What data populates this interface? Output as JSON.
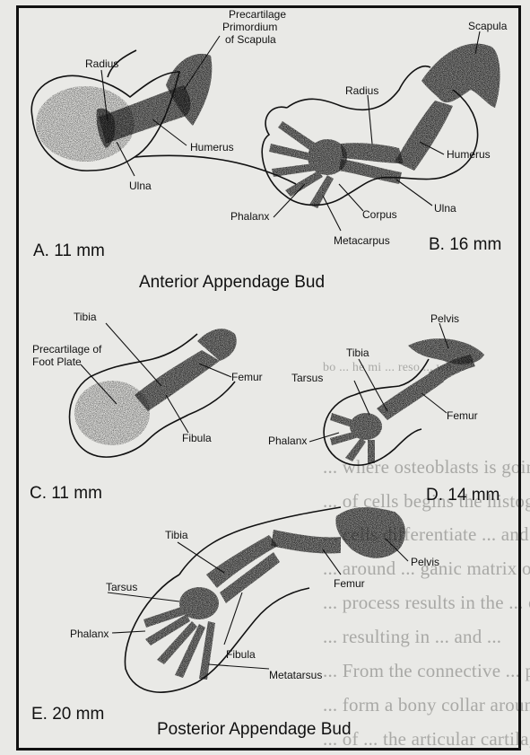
{
  "panels": {
    "a": {
      "caption": "A. 11 mm",
      "labels": {
        "precartilage_scapula": [
          "Precartilage",
          "Primordium",
          "of Scapula"
        ],
        "radius": "Radius",
        "humerus": "Humerus",
        "ulna": "Ulna"
      }
    },
    "b": {
      "caption": "B. 16 mm",
      "labels": {
        "scapula": "Scapula",
        "radius": "Radius",
        "humerus": "Humerus",
        "phalanx": "Phalanx",
        "corpus": "Corpus",
        "ulna": "Ulna",
        "metacarpus": "Metacarpus"
      }
    },
    "c": {
      "caption": "C. 11 mm",
      "labels": {
        "tibia": "Tibia",
        "precartilage_foot_plate": [
          "Precartilage of",
          "Foot Plate"
        ],
        "femur": "Femur",
        "fibula": "Fibula"
      }
    },
    "d": {
      "caption": "D. 14 mm",
      "labels": {
        "pelvis": "Pelvis",
        "tibia": "Tibia",
        "tarsus": "Tarsus",
        "femur": "Femur",
        "phalanx": "Phalanx"
      }
    },
    "e": {
      "caption": "E. 20 mm",
      "labels": {
        "tibia": "Tibia",
        "tarsus": "Tarsus",
        "pelvis": "Pelvis",
        "phalanx": "Phalanx",
        "femur": "Femur",
        "fibula": "Fibula",
        "metatarsus": "Metatarsus"
      }
    }
  },
  "section_titles": {
    "anterior": "Anterior Appendage Bud",
    "posterior": "Posterior Appendage Bud"
  },
  "background_text": [
    "bo ... he mi ... reso ... wh ...",
    "... where osteoblasts is going to occur later.",
    "... of cells begins the histogenetic ...",
    "... cells differentiate ... and ... blasts. The ...",
    "... around ... ganic matrix of ...",
    "... process results in the ... of a ...",
    "... resulting in ... and ...",
    "... From the connective ... perichon...",
    "... form a bony collar around the shaft of ...",
    "... of ... the articular cartilage ..."
  ]
}
